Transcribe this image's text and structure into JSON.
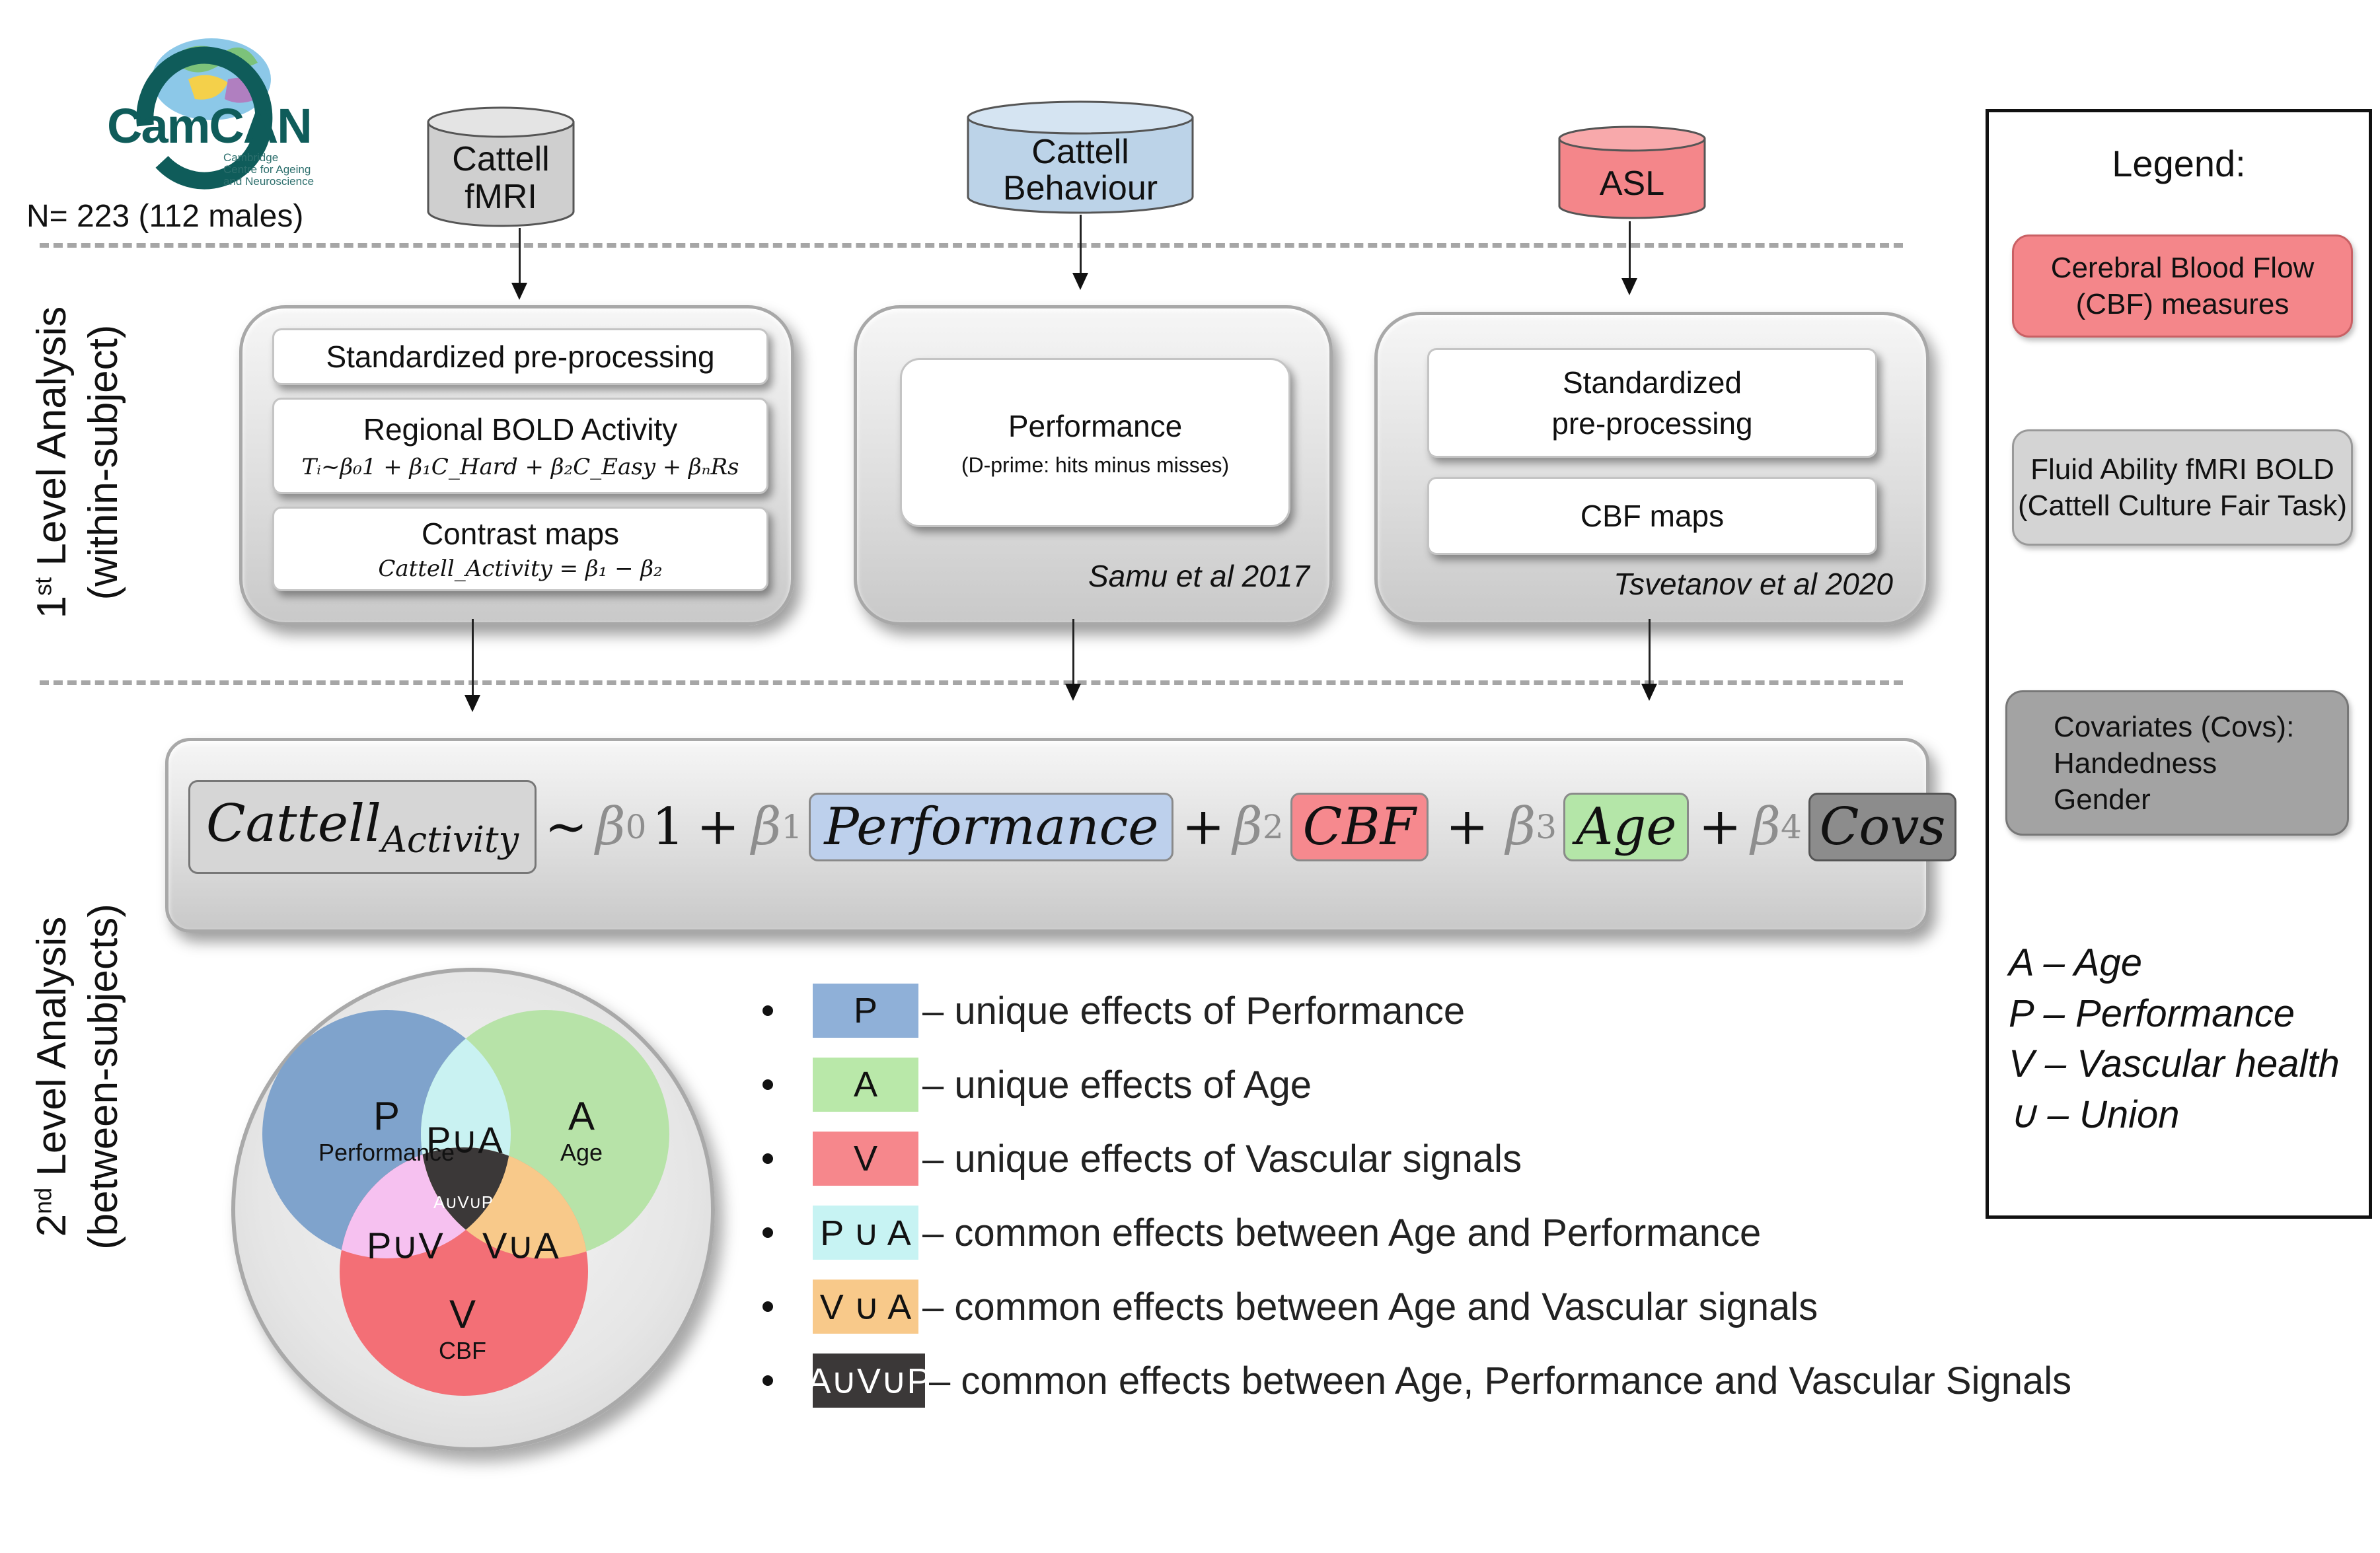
{
  "logo": {
    "brand": "CamCAN",
    "subtitle_lines": [
      "Cambridge",
      "Centre for Ageing",
      "and Neuroscience"
    ]
  },
  "sample_size": "N= 223 (112 males)",
  "databases": [
    {
      "lines": [
        "Cattell",
        "fMRI"
      ],
      "color": "#cfcfcf",
      "top_color": "#e4e4e4"
    },
    {
      "lines": [
        "Cattell",
        "Behaviour"
      ],
      "color": "#bcd3e8",
      "top_color": "#d5e4f2"
    },
    {
      "lines": [
        "ASL"
      ],
      "color": "#f4868a",
      "top_color": "#f8a9ab"
    }
  ],
  "level1_label": {
    "prefix": "1",
    "sup": "st",
    "main": " Level Analysis",
    "sub": "(within-subject)"
  },
  "level2_label": {
    "prefix": "2",
    "sup": "nd",
    "main": " Level Analysis",
    "sub": "(between-subjects)"
  },
  "fmri_panel": {
    "step1": "Standardized pre-processing",
    "step2_title": "Regional BOLD Activity",
    "step2_eq": "Tᵢ~β₀1 + β₁C_Hard + β₂C_Easy + βₙRs",
    "step3_title": "Contrast  maps",
    "step3_eq": "Cattell_Activity = β₁ − β₂"
  },
  "behaviour_panel": {
    "title": "Performance",
    "subtitle": "(D-prime: hits minus misses)",
    "citation": "Samu et al 2017"
  },
  "asl_panel": {
    "step1_line1": "Standardized",
    "step1_line2": "pre-processing",
    "step2": "CBF  maps",
    "citation": "Tsvetanov et al 2020"
  },
  "model": {
    "dv": "Cattell",
    "dv_sub": "Activity",
    "tilde": "~",
    "b0": "β",
    "b0_sub": "0",
    "one": "1",
    "plus": "+",
    "b1": "β",
    "b1_sub": "1",
    "performance": "Performance",
    "b2": "β",
    "b2_sub": "2",
    "cbf": "CBF",
    "b3": "β",
    "b3_sub": "3",
    "age": "Age",
    "b4": "β",
    "b4_sub": "4",
    "covs": "Covs"
  },
  "venn": {
    "p_letter": "P",
    "p_name": "Performance",
    "a_letter": "A",
    "a_name": "Age",
    "v_letter": "V",
    "v_name": "CBF",
    "pa": "P∪A",
    "pv": "P∪V",
    "va": "V∪A",
    "apv": "A∪V∪P",
    "colors": {
      "p": "#7fa3cc",
      "a": "#b7e3a8",
      "v": "#f36f76",
      "pa": "#c9f2f2",
      "pv": "#f6c1f0",
      "va": "#f8c98a",
      "apv": "#3b3838"
    }
  },
  "bullets": [
    {
      "label": "P",
      "text": "– unique effects of Performance",
      "color": "#8fb0d8"
    },
    {
      "label": "A",
      "text": "– unique effects of Age",
      "color": "#b9e8a9"
    },
    {
      "label": "V",
      "text": "– unique effects of Vascular signals",
      "color": "#f6878c"
    },
    {
      "label": "P ∪ A",
      "text": "– common effects between Age and Performance",
      "color": "#c7f3f3"
    },
    {
      "label": "V ∪ A",
      "text": "– common effects between Age and Vascular signals",
      "color": "#f8c98a"
    },
    {
      "label": "A∪V∪P",
      "text": "– common effects between Age, Performance and Vascular Signals",
      "color": "#3b3838"
    }
  ],
  "legend": {
    "title": "Legend:",
    "items": [
      {
        "lines": [
          "Cerebral Blood Flow",
          "(CBF) measures"
        ],
        "color": "#f4868a"
      },
      {
        "lines": [
          "Fluid Ability fMRI BOLD",
          "(Cattell Culture Fair Task)"
        ],
        "color": "#d4d4d4"
      },
      {
        "lines": [
          "Covariates (Covs):",
          "Handedness",
          "Gender"
        ],
        "color": "#a3a3a3"
      }
    ],
    "abbreviations": [
      "A – Age",
      "P – Performance",
      "V – Vascular health",
      "∪ – Union"
    ]
  }
}
